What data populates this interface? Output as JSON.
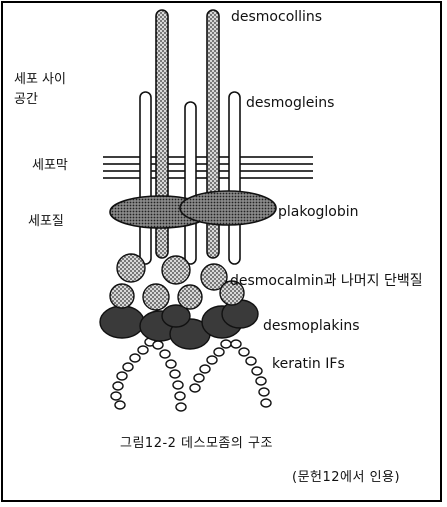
{
  "labels": {
    "desmocollins": "desmocollins",
    "desmogleins": "desmogleins",
    "plakoglobin": "plakoglobin",
    "desmocalmin": "desmocalmin과 나머지 단백질",
    "desmoplakins": "desmoplakins",
    "keratin": "keratin IFs",
    "intercellular_space": [
      "세포 사이",
      "공간"
    ],
    "membrane": "세포막",
    "cytoplasm": "세포질"
  },
  "caption": "그림12-2 데스모좀의 구조",
  "source": "(문헌12에서 인용)",
  "colors": {
    "ink": "#111111",
    "dark_protein": "#3a3a3a",
    "dotted_fill": "#9a9a9a",
    "background": "#ffffff"
  }
}
